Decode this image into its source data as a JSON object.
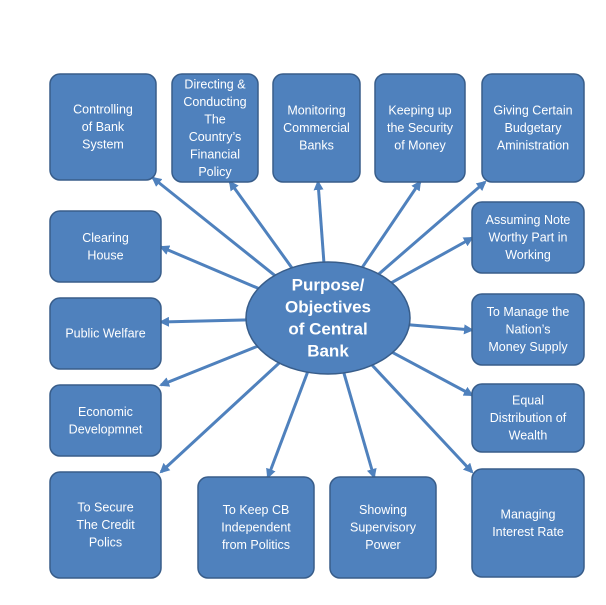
{
  "diagram": {
    "colors": {
      "fill": "#4F81BD",
      "stroke": "#385D8A",
      "text": "#FFFFFF"
    },
    "center": {
      "lines": [
        "Purpose/",
        "Objectives",
        "of Central",
        "Bank"
      ]
    },
    "nodes": [
      {
        "id": "controlling-bank-system",
        "lines": [
          "Controlling",
          "of Bank",
          "System"
        ]
      },
      {
        "id": "directing-conducting-policy",
        "lines": [
          "Directing &",
          "Conducting",
          "The",
          "Country’s",
          "Financial",
          "Policy"
        ]
      },
      {
        "id": "monitoring-commercial-banks",
        "lines": [
          "Monitoring",
          "Commercial",
          "Banks"
        ]
      },
      {
        "id": "security-of-money",
        "lines": [
          "Keeping up",
          "the Security",
          "of Money"
        ]
      },
      {
        "id": "budgetary-administration",
        "lines": [
          "Giving Certain",
          "Budgetary",
          "Aministration"
        ]
      },
      {
        "id": "clearing-house",
        "lines": [
          "Clearing",
          "House"
        ]
      },
      {
        "id": "note-worthy-part",
        "lines": [
          "Assuming Note",
          "Worthy Part in",
          "Working"
        ]
      },
      {
        "id": "public-welfare",
        "lines": [
          "Public Welfare"
        ]
      },
      {
        "id": "money-supply",
        "lines": [
          "To Manage the",
          "Nation’s",
          "Money Supply"
        ]
      },
      {
        "id": "economic-development",
        "lines": [
          "Economic",
          "Developmnet"
        ]
      },
      {
        "id": "distribution-of-wealth",
        "lines": [
          "Equal",
          "Distribution  of",
          "Wealth"
        ]
      },
      {
        "id": "credit-polics",
        "lines": [
          "To Secure",
          "The Credit",
          "Polics"
        ]
      },
      {
        "id": "independent-from-politics",
        "lines": [
          "To Keep CB",
          "Independent",
          "from Politics"
        ]
      },
      {
        "id": "supervisory-power",
        "lines": [
          "Showing",
          "Supervisory",
          "Power"
        ]
      },
      {
        "id": "interest-rate",
        "lines": [
          "Managing",
          "Interest Rate"
        ]
      }
    ]
  }
}
